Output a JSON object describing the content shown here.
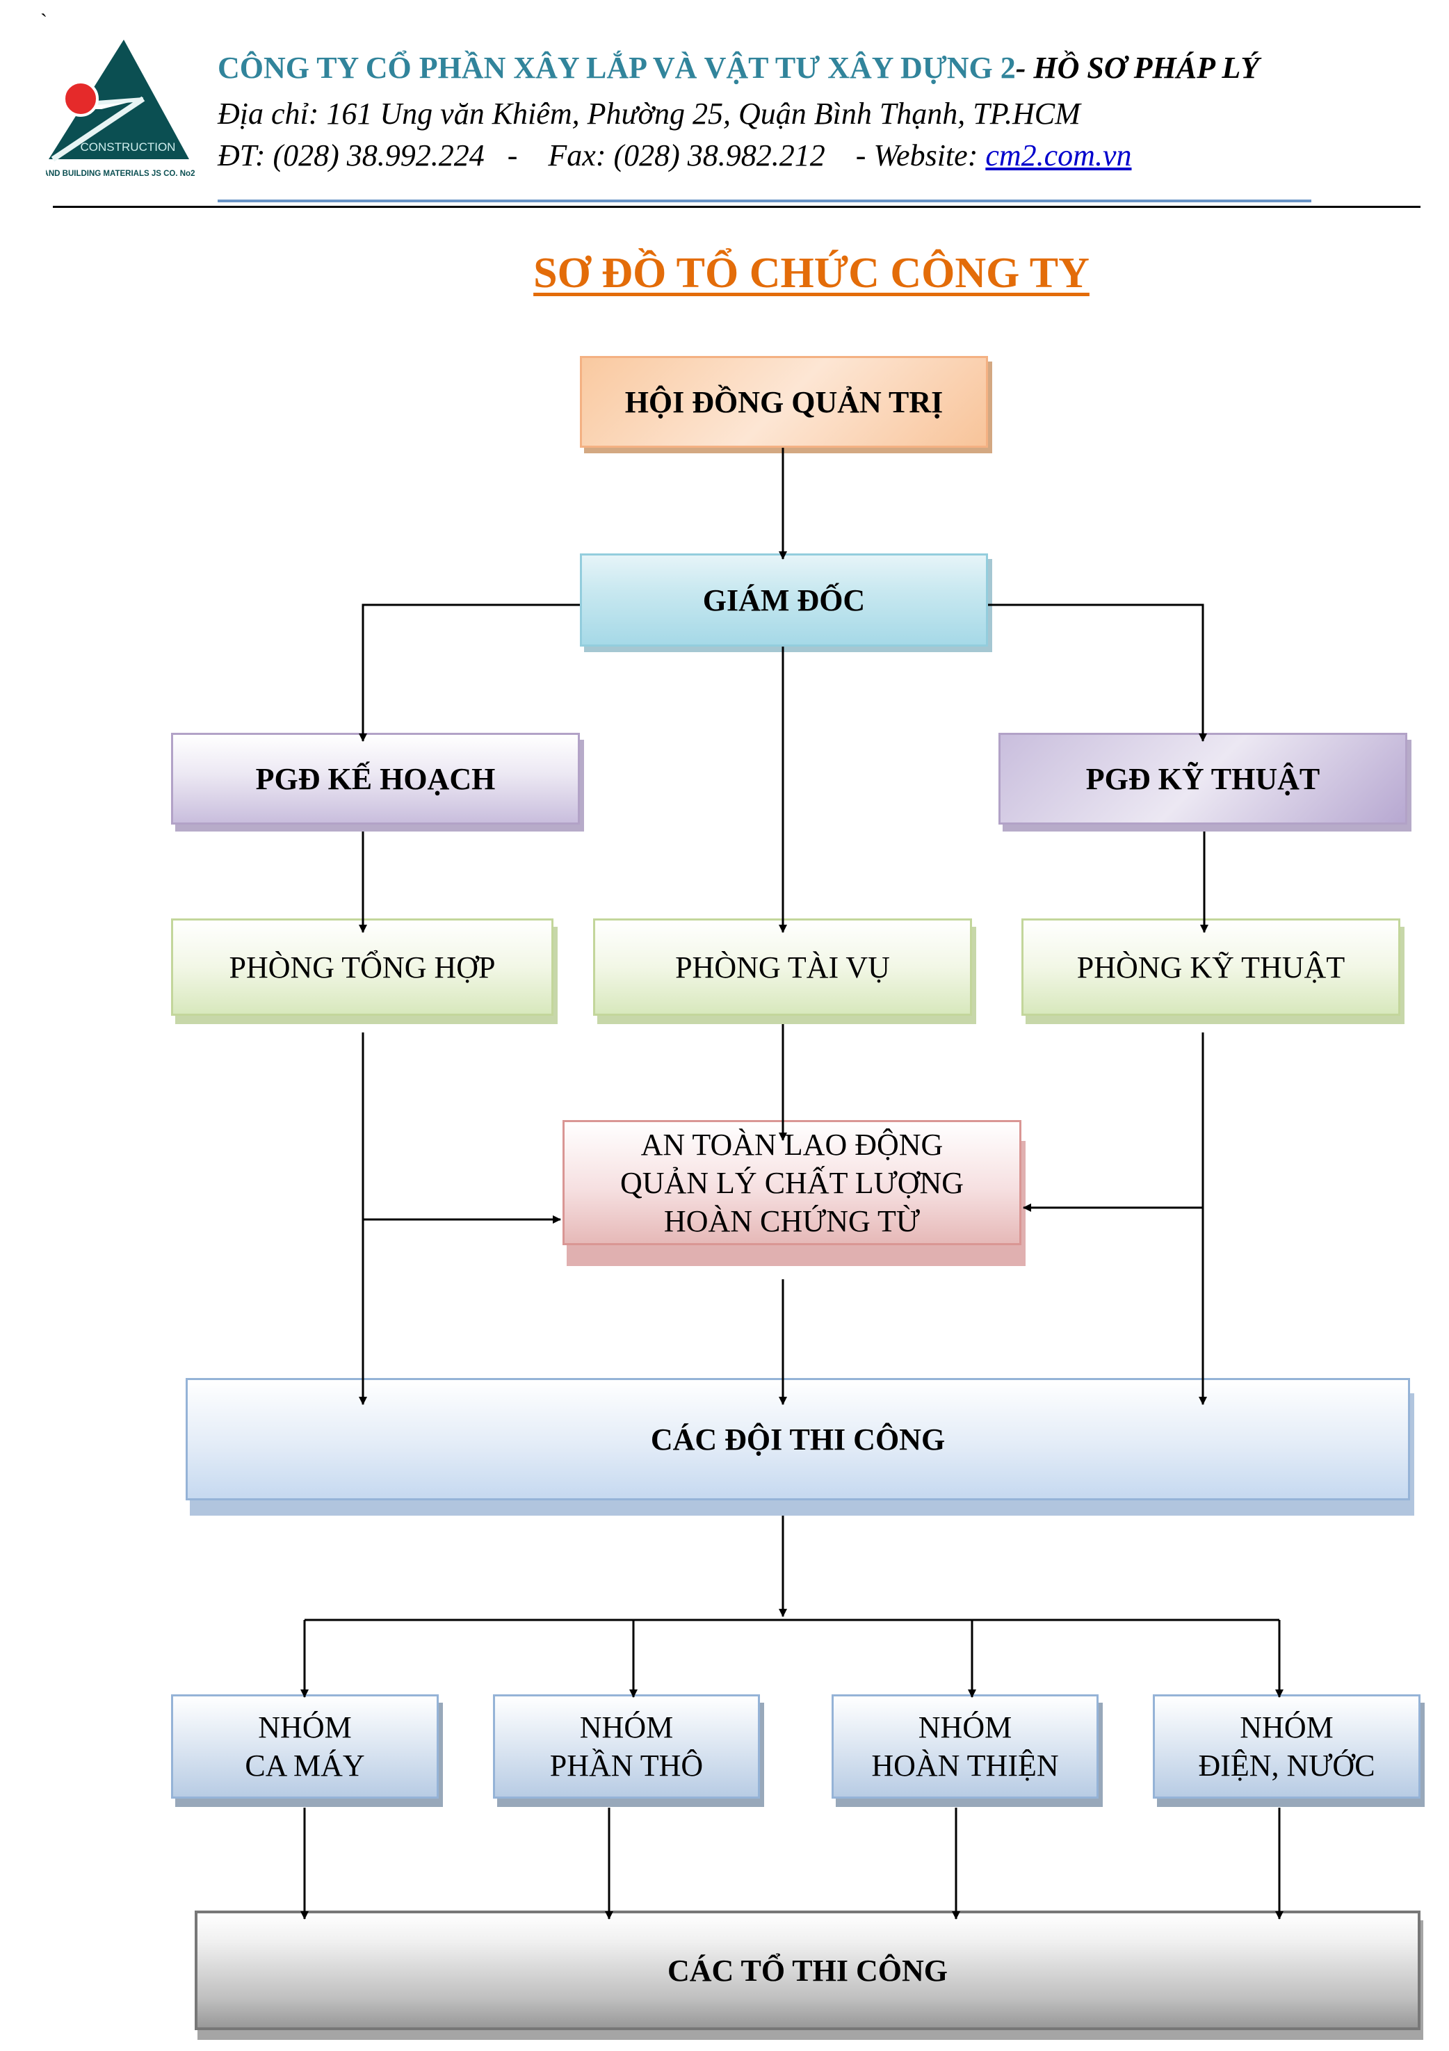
{
  "header": {
    "stray_mark": "`",
    "logo": {
      "icon": "company-logo-triangle",
      "text_main": "CONSTRUCTION",
      "text_sub": "AND BUILDING MATERIALS JS CO. No2",
      "colors": {
        "triangle": "#0b4f52",
        "circle": "#e52a2a"
      }
    },
    "company_name": "CÔNG TY CỔ PHẦN XÂY LẮP VÀ VẬT TƯ XÂY DỰNG 2",
    "separator": "- ",
    "doc_label": "HỒ SƠ PHÁP LÝ",
    "address": "Địa chỉ: 161 Ung văn Khiêm, Phường 25, Quận Bình Thạnh, TP.HCM",
    "contact_prefix": "ĐT: (028) 38.992.224   -    Fax: (028) 38.982.212    - Website: ",
    "website": "cm2.com.vn"
  },
  "title": "SƠ ĐỒ TỔ CHỨC CÔNG TY",
  "nodes": {
    "board": "HỘI ĐỒNG QUẢN TRỊ",
    "director": "GIÁM ĐỐC",
    "deputy_planning": "PGĐ KẾ HOẠCH",
    "deputy_technical": "PGĐ KỸ THUẬT",
    "dept_general": "PHÒNG TỔNG HỢP",
    "dept_finance": "PHÒNG TÀI VỤ",
    "dept_technical": "PHÒNG KỸ THUẬT",
    "safety_quality": [
      "AN TOÀN LAO ĐỘNG",
      "QUẢN LÝ CHẤT LƯỢNG",
      "HOÀN CHỨNG TỪ"
    ],
    "construction_teams": "CÁC ĐỘI THI CÔNG",
    "groups": [
      [
        "NHÓM",
        "CA MÁY"
      ],
      [
        "NHÓM",
        "PHẦN THÔ"
      ],
      [
        "NHÓM",
        "HOÀN THIỆN"
      ],
      [
        "NHÓM",
        "ĐIỆN, NƯỚC"
      ]
    ],
    "construction_units": "CÁC TỔ THI CÔNG"
  },
  "colors": {
    "title": "#e36c09",
    "company_name": "#31849b",
    "link": "#0000cc",
    "header_rule": "#4f81bd"
  }
}
